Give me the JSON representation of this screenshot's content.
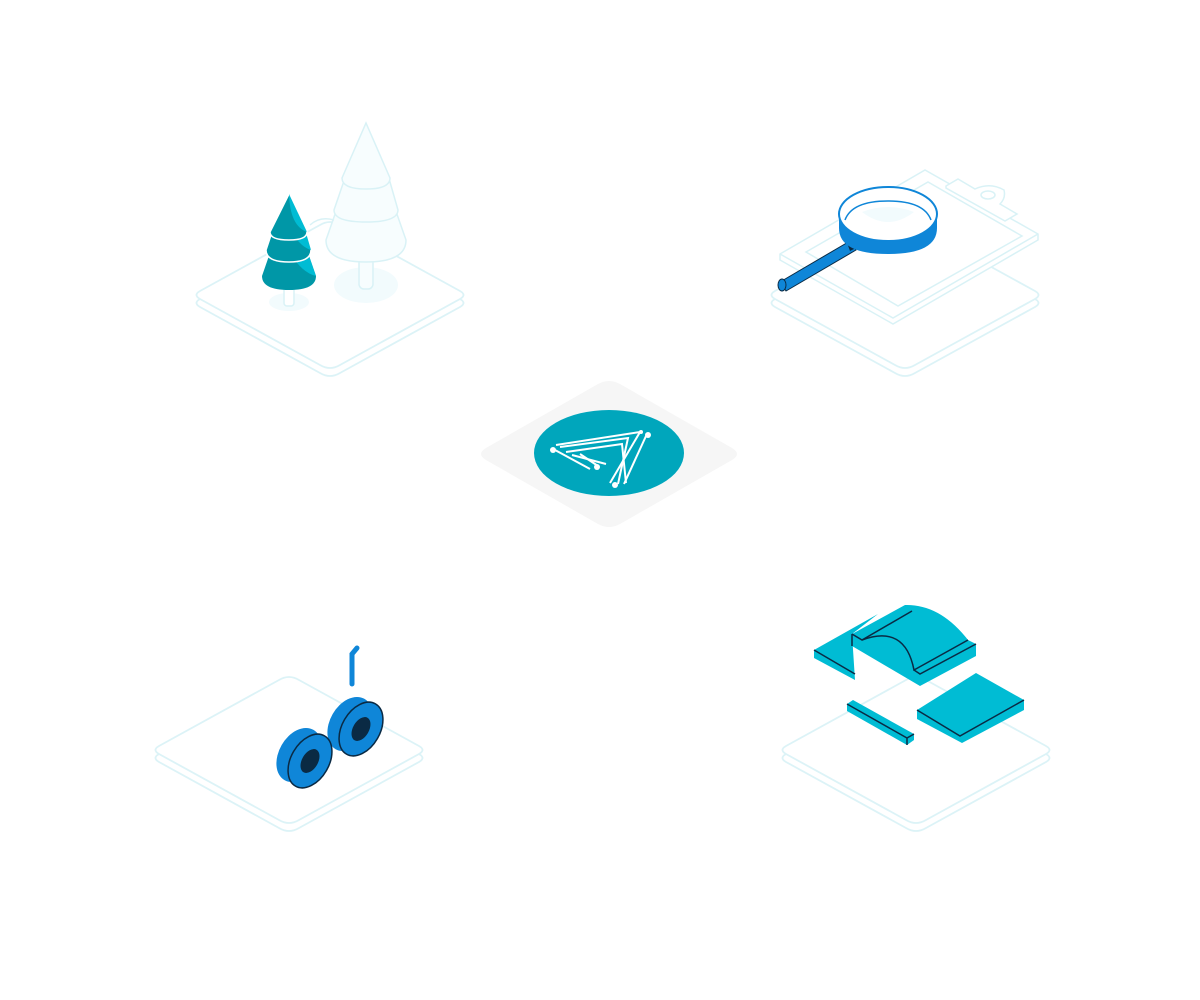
{
  "scene": {
    "illustrations": [
      {
        "name": "trees-platform",
        "icon": "pine-trees-icon"
      },
      {
        "name": "clipboard-search-platform",
        "icon": "magnifying-glass-icon"
      },
      {
        "name": "center-logo",
        "icon": "circuit-triangle-logo-icon"
      },
      {
        "name": "binoculars-platform",
        "icon": "binoculars-icon"
      },
      {
        "name": "blocks-platform",
        "icon": "building-blocks-icon"
      }
    ]
  },
  "colors": {
    "background": "#ffffff",
    "platform_outline": "#dcf3f7",
    "logo_tile": "#f6f6f6",
    "logo_teal": "#00a6bc",
    "cyan": "#00bcd4",
    "tree_dark": "#0097a7",
    "blue": "#0f86d8",
    "navy": "#0a2a44"
  }
}
